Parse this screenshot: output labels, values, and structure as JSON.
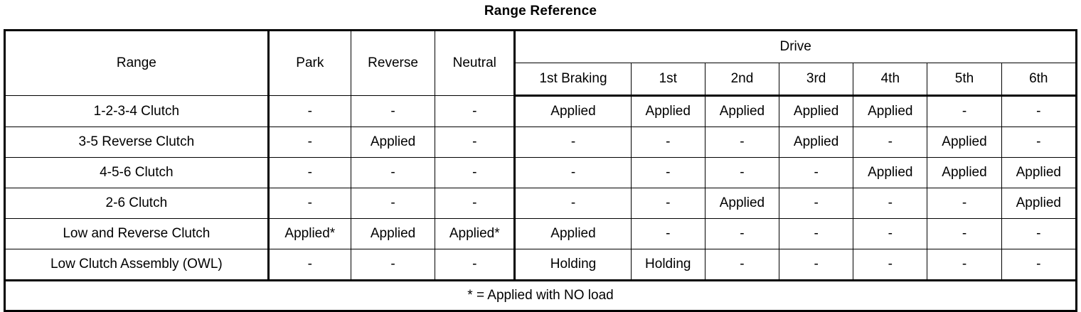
{
  "title": "Range Reference",
  "table": {
    "row_header_label": "Range",
    "simple_columns": [
      "Park",
      "Reverse",
      "Neutral"
    ],
    "group_header": "Drive",
    "drive_columns": [
      "1st Braking",
      "1st",
      "2nd",
      "3rd",
      "4th",
      "5th",
      "6th"
    ],
    "rows": [
      {
        "label": "1-2-3-4 Clutch",
        "values": [
          "-",
          "-",
          "-",
          "Applied",
          "Applied",
          "Applied",
          "Applied",
          "Applied",
          "-",
          "-"
        ]
      },
      {
        "label": "3-5 Reverse Clutch",
        "values": [
          "-",
          "Applied",
          "-",
          "-",
          "-",
          "-",
          "Applied",
          "-",
          "Applied",
          "-"
        ]
      },
      {
        "label": "4-5-6 Clutch",
        "values": [
          "-",
          "-",
          "-",
          "-",
          "-",
          "-",
          "-",
          "Applied",
          "Applied",
          "Applied"
        ]
      },
      {
        "label": "2-6 Clutch",
        "values": [
          "-",
          "-",
          "-",
          "-",
          "-",
          "Applied",
          "-",
          "-",
          "-",
          "Applied"
        ]
      },
      {
        "label": "Low and Reverse Clutch",
        "values": [
          "Applied*",
          "Applied",
          "Applied*",
          "Applied",
          "-",
          "-",
          "-",
          "-",
          "-",
          "-"
        ]
      },
      {
        "label": "Low Clutch Assembly (OWL)",
        "values": [
          "-",
          "-",
          "-",
          "Holding",
          "Holding",
          "-",
          "-",
          "-",
          "-",
          "-"
        ]
      }
    ],
    "footnote": "* = Applied with NO load"
  }
}
